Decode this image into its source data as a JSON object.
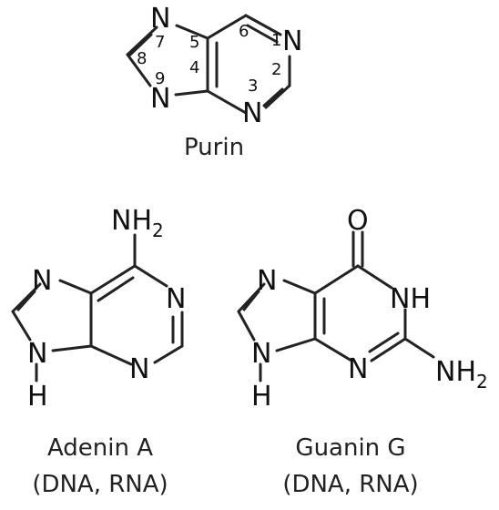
{
  "purin": {
    "name": "Purin",
    "atoms": {
      "n7": "N",
      "n1": "N",
      "n9": "N",
      "n3": "N"
    },
    "positions": {
      "p1": "1",
      "p2": "2",
      "p3": "3",
      "p4": "4",
      "p5": "5",
      "p6": "6",
      "p7": "7",
      "p8": "8",
      "p9": "9"
    }
  },
  "adenin": {
    "name": "Adenin A",
    "occurrence": "(DNA, RNA)",
    "atoms": {
      "n7": "N",
      "n1": "N",
      "n3": "N",
      "n9": "N",
      "h9": "H",
      "nh2": "NH",
      "nh2_sub": "2"
    }
  },
  "guanin": {
    "name": "Guanin G",
    "occurrence": "(DNA, RNA)",
    "atoms": {
      "o6": "O",
      "n7": "N",
      "n1": "NH",
      "n3": "N",
      "n9": "N",
      "h9": "H",
      "nh2": "NH",
      "nh2_sub": "2"
    }
  }
}
